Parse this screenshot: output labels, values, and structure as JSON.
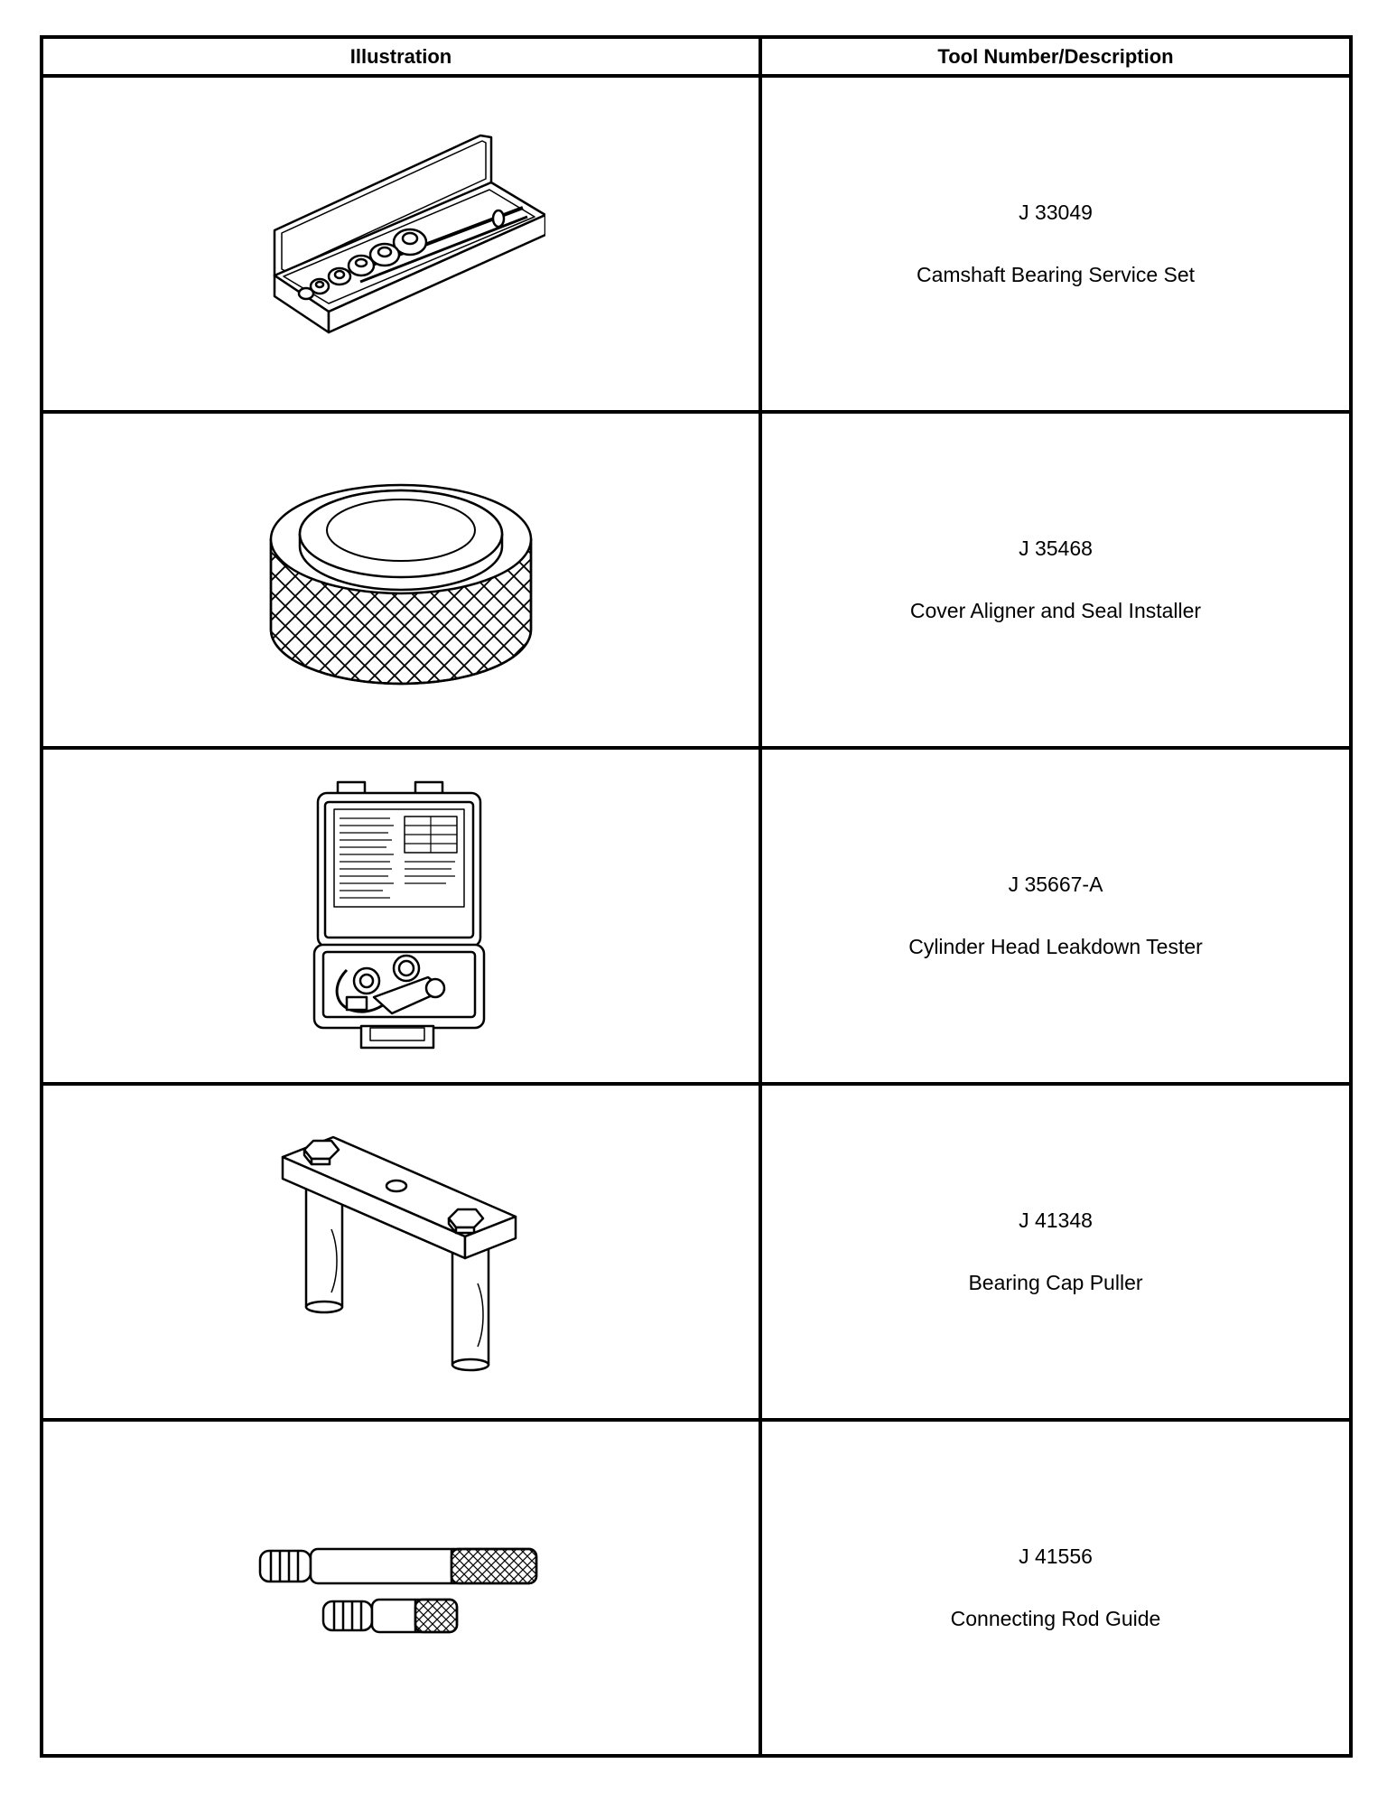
{
  "table": {
    "headers": {
      "illustration": "Illustration",
      "tool": "Tool Number/Description"
    },
    "rows": [
      {
        "number": "J 33049",
        "description": "Camshaft Bearing Service Set",
        "icon": "camshaft-bearing-set-illustration"
      },
      {
        "number": "J 35468",
        "description": "Cover Aligner and Seal Installer",
        "icon": "cover-aligner-illustration"
      },
      {
        "number": "J 35667-A",
        "description": "Cylinder Head Leakdown Tester",
        "icon": "leakdown-tester-case-illustration"
      },
      {
        "number": "J 41348",
        "description": "Bearing Cap Puller",
        "icon": "bearing-cap-puller-illustration"
      },
      {
        "number": "J 41556",
        "description": "Connecting Rod Guide",
        "icon": "connecting-rod-guide-illustration"
      }
    ]
  }
}
